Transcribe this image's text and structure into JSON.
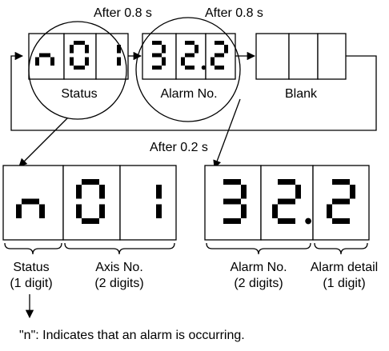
{
  "sequence": {
    "timing_top_1": "After 0.8 s",
    "timing_top_2": "After 0.8 s",
    "timing_return": "After 0.2 s",
    "state_status": "Status",
    "state_alarm_no": "Alarm No.",
    "state_blank": "Blank"
  },
  "status_display": {
    "digits": [
      "n",
      "0",
      "1"
    ],
    "status_label": "Status",
    "status_sub": "(1 digit)",
    "axis_label": "Axis No.",
    "axis_sub": "(2 digits)"
  },
  "alarm_display": {
    "digits": [
      "3",
      "2.",
      "2"
    ],
    "alarm_no_label": "Alarm No.",
    "alarm_no_sub": "(2 digits)",
    "alarm_detail_label": "Alarm detail",
    "alarm_detail_sub": "(1 digit)"
  },
  "note": "\"n\": Indicates that an alarm is occurring."
}
